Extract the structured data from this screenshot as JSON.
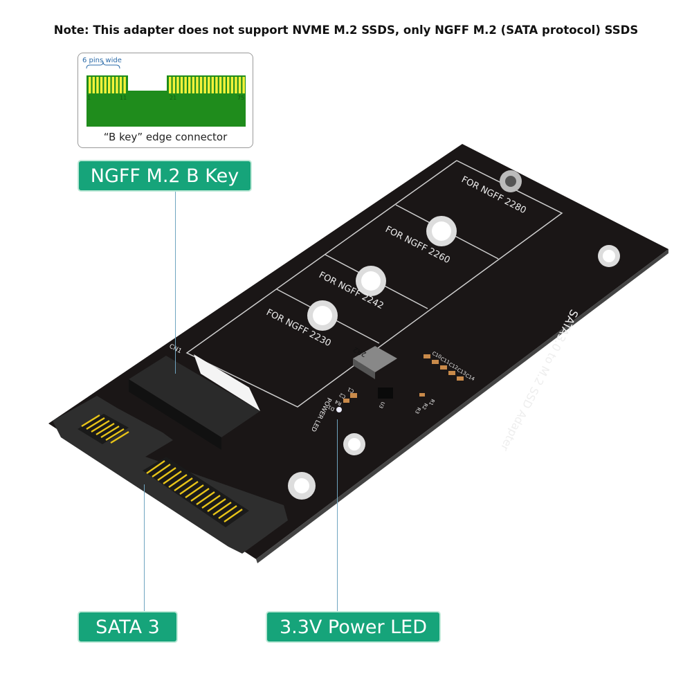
{
  "note": "Note: This adapter does not support NVME M.2 SSDS, only NGFF M.2 (SATA protocol) SSDS",
  "inset": {
    "pins_label": "6 pins wide",
    "pin_numbers": [
      "1",
      "11",
      "21",
      "75"
    ],
    "caption": "“B key” edge connector"
  },
  "callouts": {
    "ngff": "NGFF M.2 B Key",
    "sata": "SATA 3",
    "led": "3.3V Power LED"
  },
  "board": {
    "title": "SATA3.0 to M.2 SSD Adapter",
    "slots": [
      "FOR NGFF 2280",
      "FOR NGFF 2260",
      "FOR NGFF 2242",
      "FOR NGFF 2230"
    ],
    "inductor": "2R2",
    "connector_ref": "CN1",
    "led_label": "POWER LED",
    "component_refs": [
      "C10",
      "C11",
      "C12",
      "C13",
      "C14",
      "C1",
      "C2",
      "R4",
      "D1",
      "U3",
      "R1",
      "R2",
      "R3"
    ]
  },
  "colors": {
    "callout": "#16a47a",
    "pcb": "#1a1616",
    "pcb_connector": "#3c8a2a",
    "gold": "#e8c418"
  }
}
